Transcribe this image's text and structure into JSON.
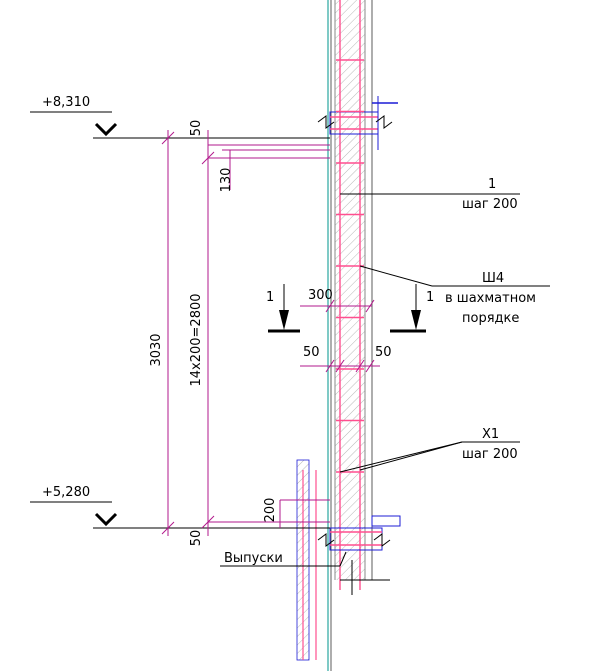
{
  "colors": {
    "dimension": "#b2198c",
    "rebar": "#ff4f8f",
    "wall": "#9a9a9a",
    "axis": "#2aa6a0",
    "blue": "#1c1cd6",
    "ink": "#000000"
  },
  "levels": {
    "top": "+8,310",
    "bottom": "+5,280"
  },
  "dimensions": {
    "total_height": "3030",
    "spacing": "14x200=2800",
    "top_offset": "50",
    "bottom_offset": "50",
    "top_gap": "130",
    "bottom_gap": "200",
    "wall_width": "300",
    "left_cover": "50",
    "right_cover": "50"
  },
  "section": {
    "left": "1",
    "right": "1"
  },
  "callouts": {
    "rebar_1_mark": "1",
    "rebar_1_step": "шаг 200",
    "mesh_mark": "Ш4",
    "mesh_note_1": "в шахматном",
    "mesh_note_2": "порядке",
    "x1_mark": "Х1",
    "x1_step": "шаг 200",
    "starter_bars": "Выпуски"
  }
}
